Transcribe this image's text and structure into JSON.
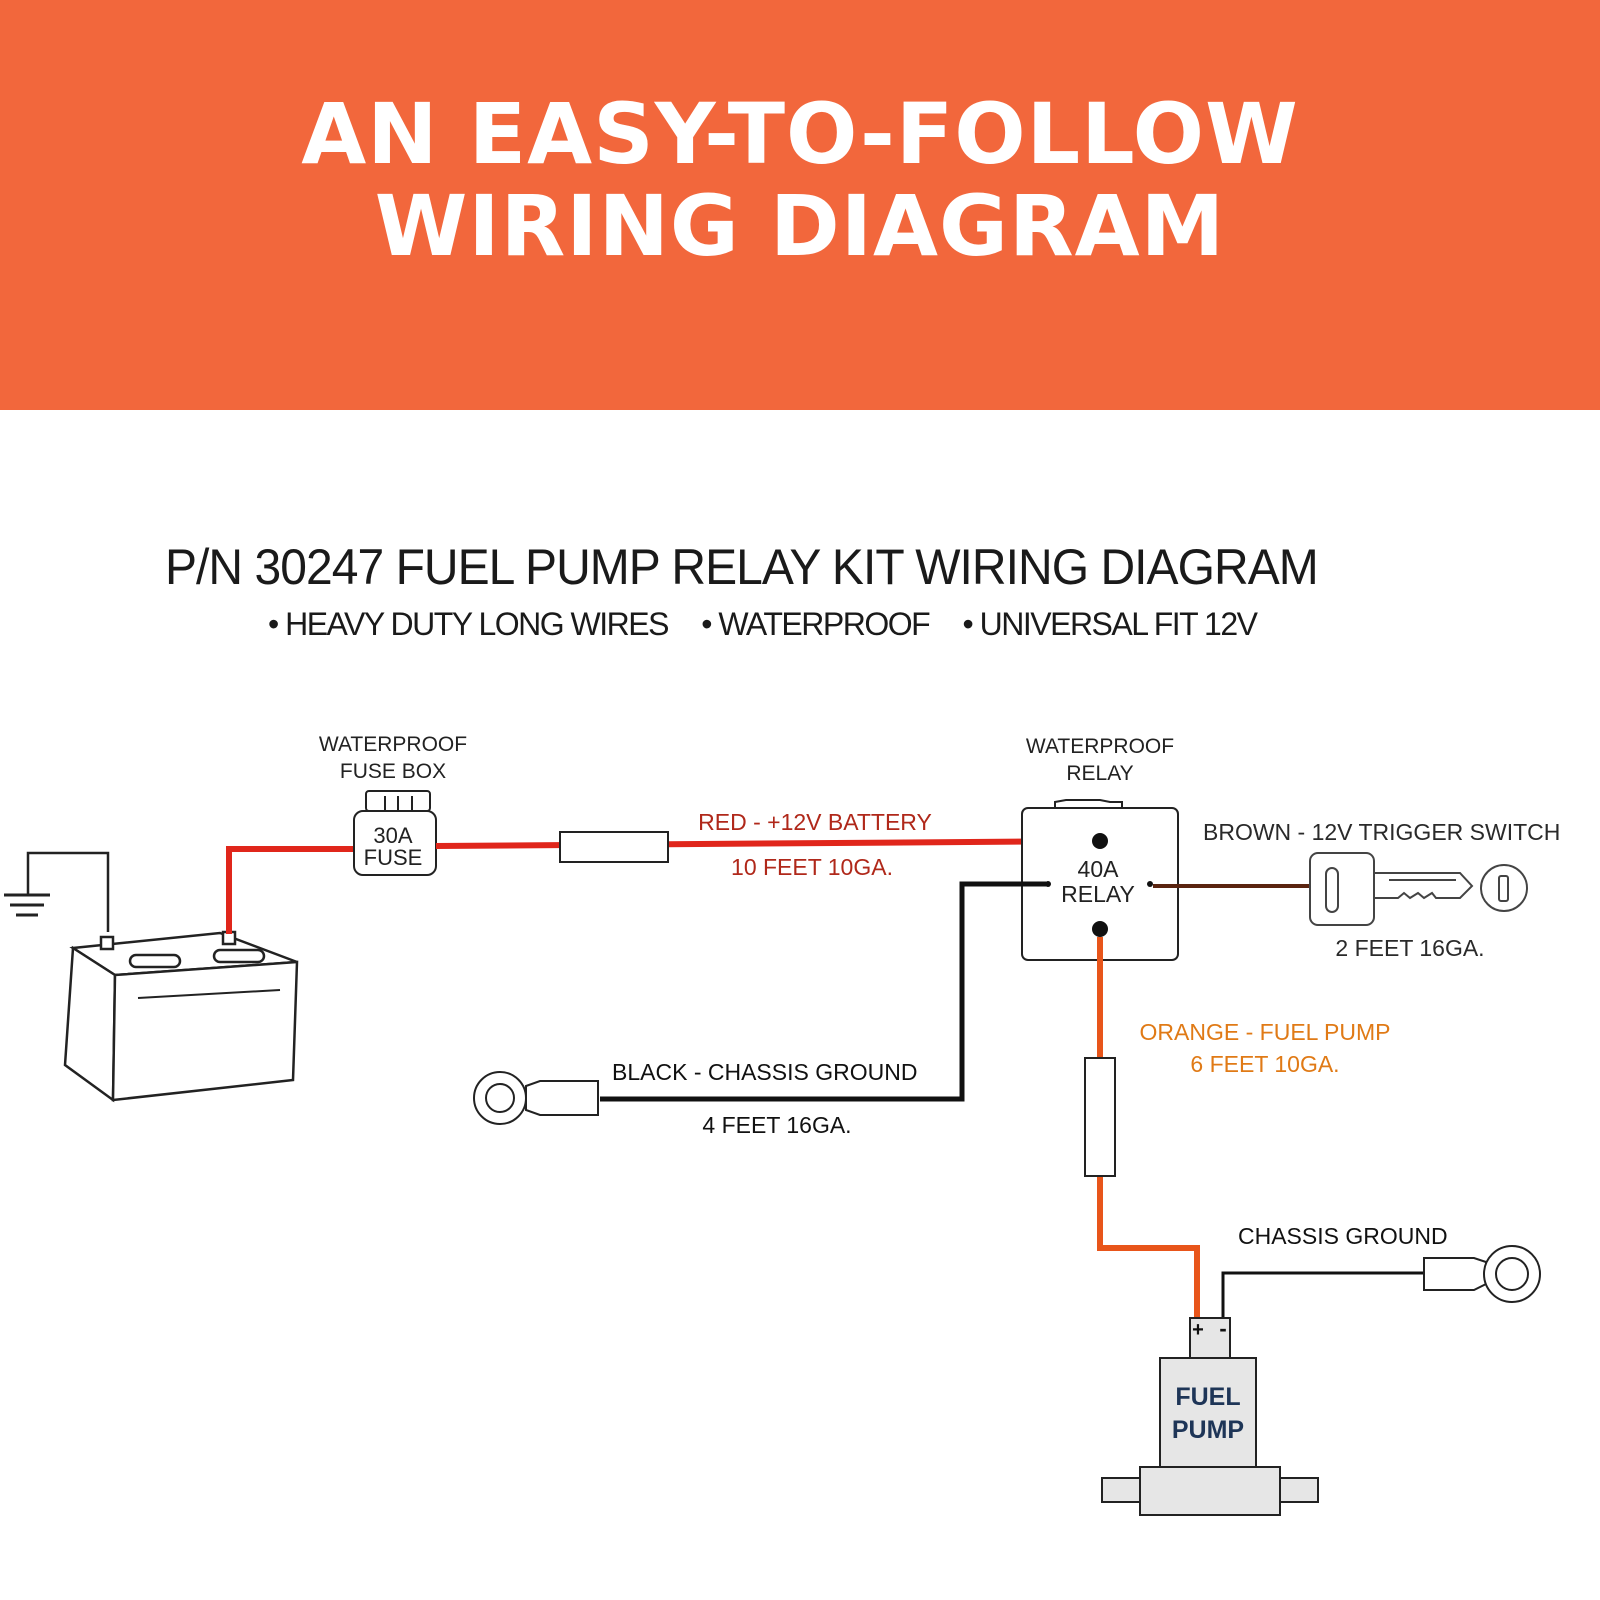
{
  "banner": {
    "line1": "AN EASY-TO-FOLLOW",
    "line2": "WIRING DIAGRAM",
    "color": "#F2673C"
  },
  "diagram": {
    "title": "P/N 30247 FUEL PUMP RELAY KIT WIRING DIAGRAM",
    "bullets": [
      "• HEAVY DUTY LONG WIRES",
      "• WATERPROOF",
      "• UNIVERSAL FIT 12V"
    ],
    "fuse_box": {
      "caption_line1": "WATERPROOF",
      "caption_line2": "FUSE BOX",
      "label_line1": "30A",
      "label_line2": "FUSE"
    },
    "relay": {
      "caption_line1": "WATERPROOF",
      "caption_line2": "RELAY",
      "label_line1": "40A",
      "label_line2": "RELAY"
    },
    "wires": {
      "red": {
        "name": "RED - +12V BATTERY",
        "spec": "10 FEET 10GA.",
        "color": "#E0261B",
        "text_color": "#B0281A"
      },
      "brown": {
        "name": "BROWN - 12V TRIGGER SWITCH",
        "spec": "2 FEET 16GA.",
        "color": "#5A2410",
        "text_color": "#2a2a2a"
      },
      "black": {
        "name": "BLACK - CHASSIS GROUND",
        "spec": "4 FEET 16GA.",
        "color": "#111111",
        "text_color": "#111111"
      },
      "orange": {
        "name": "ORANGE - FUEL PUMP",
        "spec": "6 FEET 10GA.",
        "color": "#E8551A",
        "text_color": "#E07A16"
      }
    },
    "pump": {
      "line1": "FUEL",
      "line2": "PUMP",
      "plus": "+",
      "minus": "-",
      "ground_label": "CHASSIS GROUND",
      "text_color": "#1E3557"
    }
  }
}
